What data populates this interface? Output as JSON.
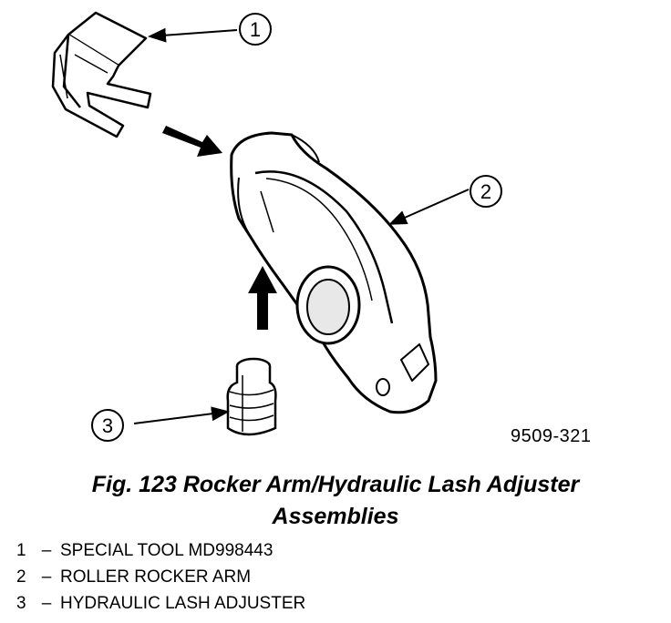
{
  "callouts": {
    "one": "1",
    "two": "2",
    "three": "3"
  },
  "figure_number": "9509-321",
  "caption": {
    "line1": "Fig. 123 Rocker Arm/Hydraulic Lash Adjuster",
    "line2": "Assemblies"
  },
  "legend": [
    {
      "number": "1",
      "separator": "–",
      "text": "SPECIAL TOOL MD998443"
    },
    {
      "number": "2",
      "separator": "–",
      "text": "ROLLER ROCKER ARM"
    },
    {
      "number": "3",
      "separator": "–",
      "text": "HYDRAULIC LASH ADJUSTER"
    }
  ]
}
